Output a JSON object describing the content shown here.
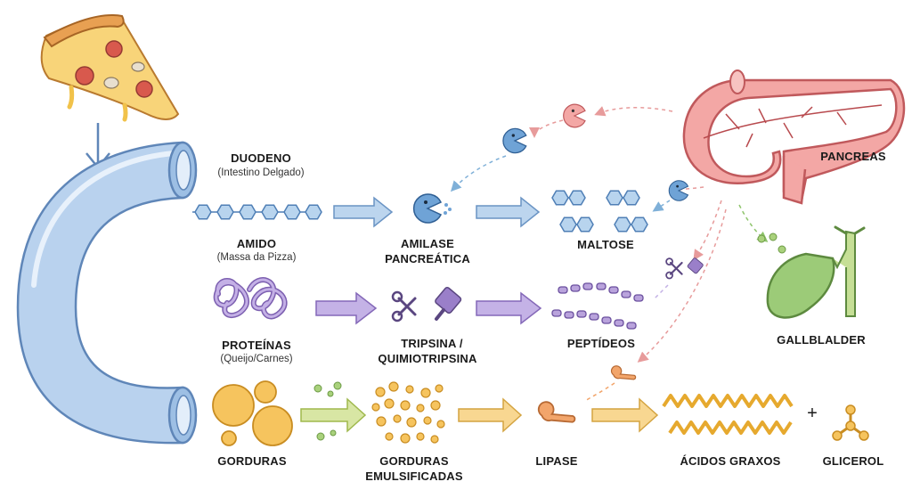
{
  "labels": {
    "duodeno": "DUODENO",
    "duodeno_sub": "(Intestino Delgado)",
    "amido": "AMIDO",
    "amido_sub": "(Massa da Pizza)",
    "proteinas": "PROTEÍNAS",
    "proteinas_sub": "(Queijo/Carnes)",
    "gorduras": "GORDURAS",
    "amilase_1": "AMILASE",
    "amilase_2": "PANCREÁTICA",
    "tripsina_1": "TRIPSINA /",
    "tripsina_2": "QUIMIOTRIPSINA",
    "emuls_1": "GORDURAS",
    "emuls_2": "EMULSIFICADAS",
    "lipase": "LIPASE",
    "maltose": "MALTOSE",
    "peptideos": "PEPTÍDEOS",
    "acidos": "ÁCIDOS GRAXOS",
    "plus": "+",
    "glicerol": "GLICEROL",
    "pancreas": "PANCREAS",
    "gallbladder": "GALLBLALDER"
  },
  "colors": {
    "duodenum": "#b9d2ee",
    "duodenum_stroke": "#5f86b8",
    "starch": "#b8d4ee",
    "protein": "#b9a3dc",
    "fat": "#f6c45e",
    "amylase": "#6fa3d6",
    "scissors": "#9a7fc9",
    "lipase": "#f2a56b",
    "pancreas": "#f3a7a5",
    "gallbladder": "#9ccb78"
  }
}
